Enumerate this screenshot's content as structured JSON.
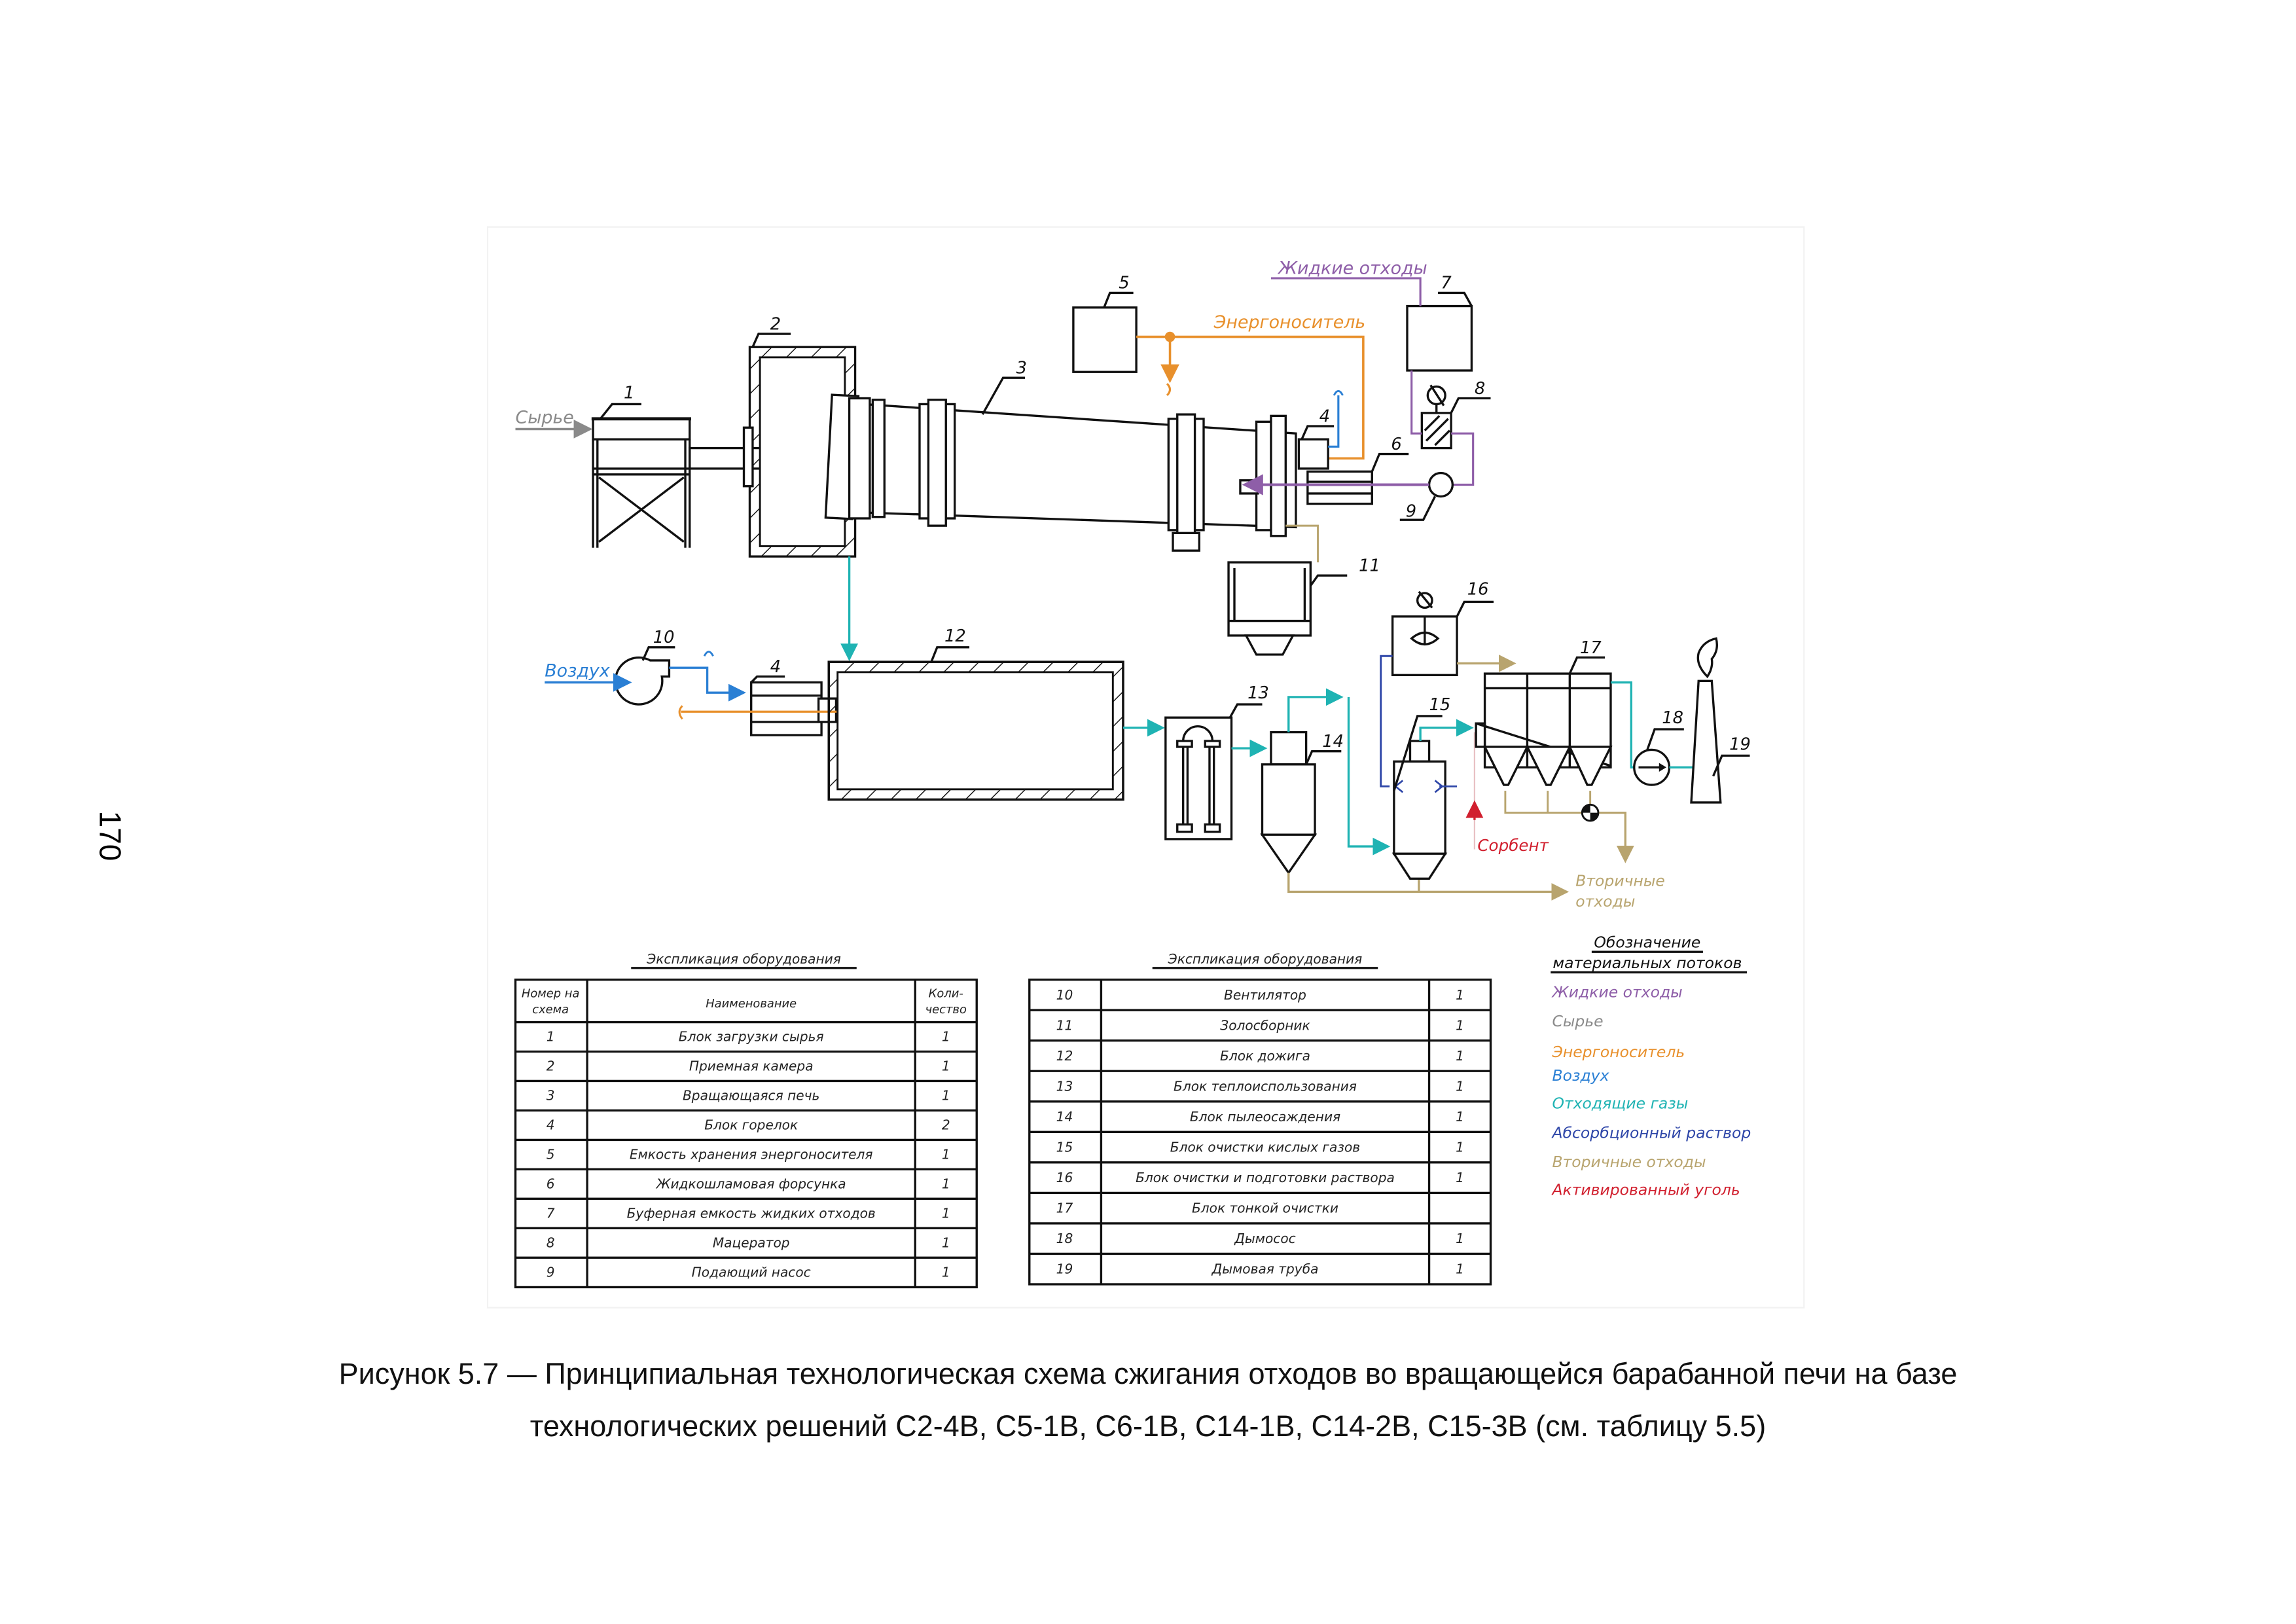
{
  "page_number": "170",
  "caption": {
    "line1": "Рисунок 5.7 — Принципиальная технологическая схема сжигания отходов во вращающейся барабанной печи на базе",
    "line2": "технологических решений С2-4В, С5-1В, С6-1В, С14-1В, С14-2В, С15-3В (см. таблицу 5.5)"
  },
  "colors": {
    "liquid_waste": "#8e5ea8",
    "raw_material": "#8a8a8a",
    "energy_carrier": "#e8902c",
    "air": "#2a7fd4",
    "flue_gas": "#1fb3b3",
    "absorption_solution": "#2e46a8",
    "secondary_waste": "#b8a46e",
    "activated_carbon": "#d11f2e"
  },
  "diagram": {
    "flow_labels": {
      "raw": "Сырье",
      "liquid_waste": "Жидкие отходы",
      "energy_carrier": "Энергоноситель",
      "air": "Воздух",
      "sorbent": "Сорбент",
      "secondary_waste_l1": "Вторичные",
      "secondary_waste_l2": "отходы"
    },
    "callouts": [
      "1",
      "2",
      "3",
      "4",
      "5",
      "6",
      "7",
      "8",
      "9",
      "10",
      "11",
      "12",
      "13",
      "14",
      "15",
      "16",
      "17",
      "18",
      "19",
      "4"
    ]
  },
  "table1": {
    "title": "Экспликация оборудования",
    "headers": {
      "num_l1": "Номер на",
      "num_l2": "схема",
      "name": "Наименование",
      "qty_l1": "Коли-",
      "qty_l2": "чество"
    },
    "rows": [
      {
        "num": "1",
        "name": "Блок загрузки сырья",
        "qty": "1"
      },
      {
        "num": "2",
        "name": "Приемная камера",
        "qty": "1"
      },
      {
        "num": "3",
        "name": "Вращающаяся печь",
        "qty": "1"
      },
      {
        "num": "4",
        "name": "Блок горелок",
        "qty": "2"
      },
      {
        "num": "5",
        "name": "Емкость хранения энергоносителя",
        "qty": "1"
      },
      {
        "num": "6",
        "name": "Жидкошламовая форсунка",
        "qty": "1"
      },
      {
        "num": "7",
        "name": "Буферная емкость жидких отходов",
        "qty": "1"
      },
      {
        "num": "8",
        "name": "Мацератор",
        "qty": "1"
      },
      {
        "num": "9",
        "name": "Подающий насос",
        "qty": "1"
      }
    ]
  },
  "table2": {
    "title": "Экспликация оборудования",
    "rows": [
      {
        "num": "10",
        "name": "Вентилятор",
        "qty": "1"
      },
      {
        "num": "11",
        "name": "Золосборник",
        "qty": "1"
      },
      {
        "num": "12",
        "name": "Блок дожига",
        "qty": "1"
      },
      {
        "num": "13",
        "name": "Блок теплоиспользования",
        "qty": "1"
      },
      {
        "num": "14",
        "name": "Блок пылеосаждения",
        "qty": "1"
      },
      {
        "num": "15",
        "name": "Блок очистки кислых газов",
        "qty": "1"
      },
      {
        "num": "16",
        "name": "Блок очистки и подготовки раствора",
        "qty": "1"
      },
      {
        "num": "17",
        "name": "Блок тонкой очистки",
        "qty": ""
      },
      {
        "num": "18",
        "name": "Дымосос",
        "qty": "1"
      },
      {
        "num": "19",
        "name": "Дымовая труба",
        "qty": "1"
      }
    ]
  },
  "legend": {
    "title_l1": "Обозначение",
    "title_l2": "материальных потоков",
    "items": [
      {
        "label": "Жидкие отходы",
        "color_key": "liquid_waste"
      },
      {
        "label": "Сырье",
        "color_key": "raw_material"
      },
      {
        "label": "Энергоноситель",
        "color_key": "energy_carrier"
      },
      {
        "label": "Воздух",
        "color_key": "air"
      },
      {
        "label": "Отходящие газы",
        "color_key": "flue_gas"
      },
      {
        "label": "Абсорбционный раствор",
        "color_key": "absorption_solution"
      },
      {
        "label": "Вторичные отходы",
        "color_key": "secondary_waste"
      },
      {
        "label": "Активированный уголь",
        "color_key": "activated_carbon"
      }
    ]
  }
}
